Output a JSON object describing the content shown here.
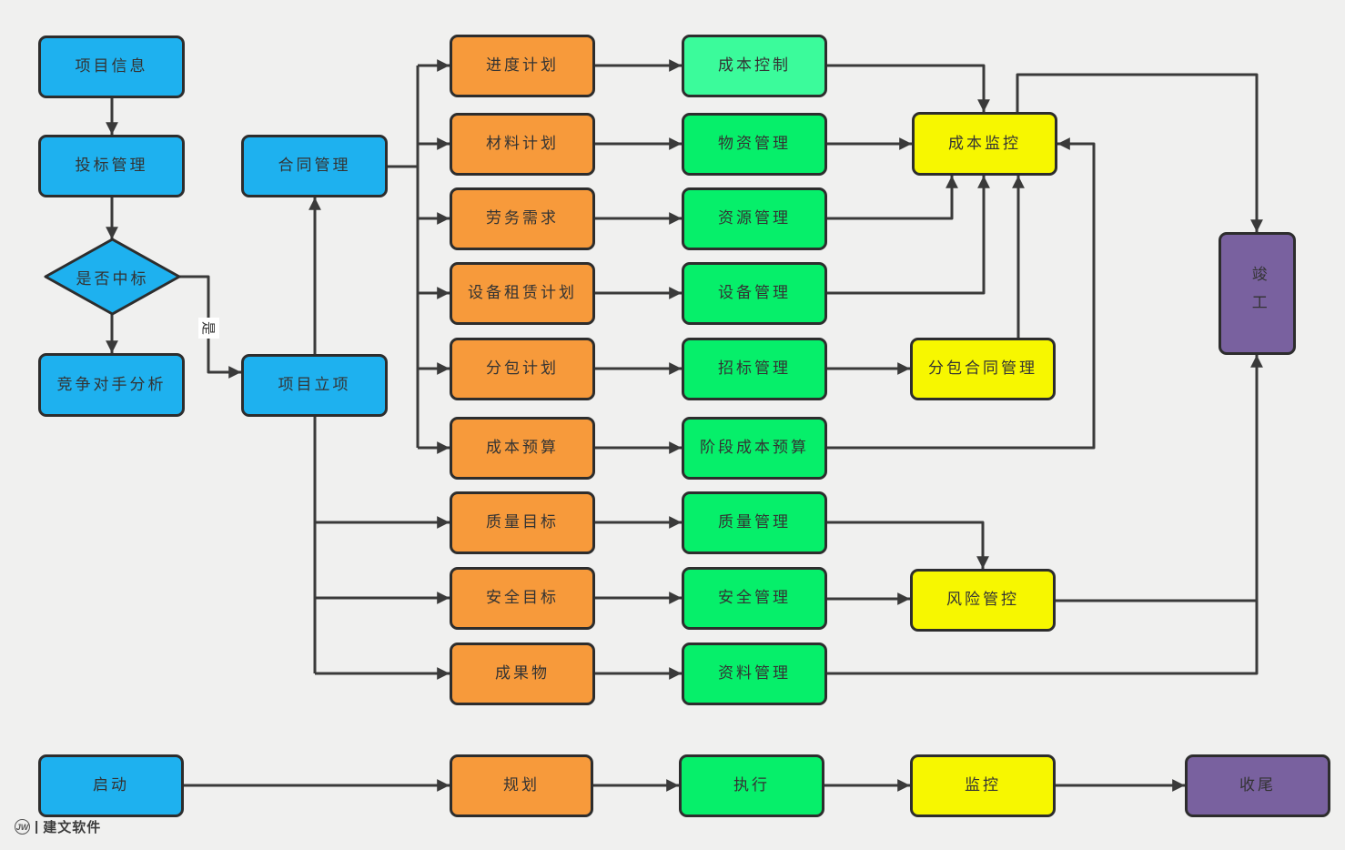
{
  "colors": {
    "background": "#f0f0ef",
    "node_border": "#2d2d2d",
    "connector": "#3a3a3a",
    "blue": "#1eb1ef",
    "orange": "#f79a3b",
    "green": "#06ef6a",
    "mint_green": "#3bfb9b",
    "yellow": "#f7f700",
    "purple": "#79619f",
    "text": "#333333"
  },
  "nodes": {
    "project_info": "项目信息",
    "bid_mgmt": "投标管理",
    "win_check": "是否中标",
    "competitor_analysis": "竞争对手分析",
    "contract_mgmt": "合同管理",
    "project_approval": "项目立项",
    "schedule_plan": "进度计划",
    "material_plan": "材料计划",
    "labor_demand": "劳务需求",
    "equipment_lease_plan": "设备租赁计划",
    "subcontract_plan": "分包计划",
    "cost_budget": "成本预算",
    "quality_target": "质量目标",
    "safety_target": "安全目标",
    "deliverables": "成果物",
    "cost_control": "成本控制",
    "material_mgmt": "物资管理",
    "resource_mgmt": "资源管理",
    "equipment_mgmt": "设备管理",
    "tender_mgmt": "招标管理",
    "stage_cost_budget": "阶段成本预算",
    "quality_mgmt": "质量管理",
    "safety_mgmt": "安全管理",
    "document_mgmt": "资料管理",
    "cost_monitor": "成本监控",
    "subcontract_contract_mgmt": "分包合同管理",
    "risk_control": "风险管控",
    "completion": "竣工",
    "start": "启动",
    "planning": "规划",
    "execution": "执行",
    "monitoring": "监控",
    "closing": "收尾"
  },
  "edge_labels": {
    "yes": "是"
  },
  "logo": {
    "badge": "JW",
    "separator": "|",
    "company": "建文软件"
  }
}
